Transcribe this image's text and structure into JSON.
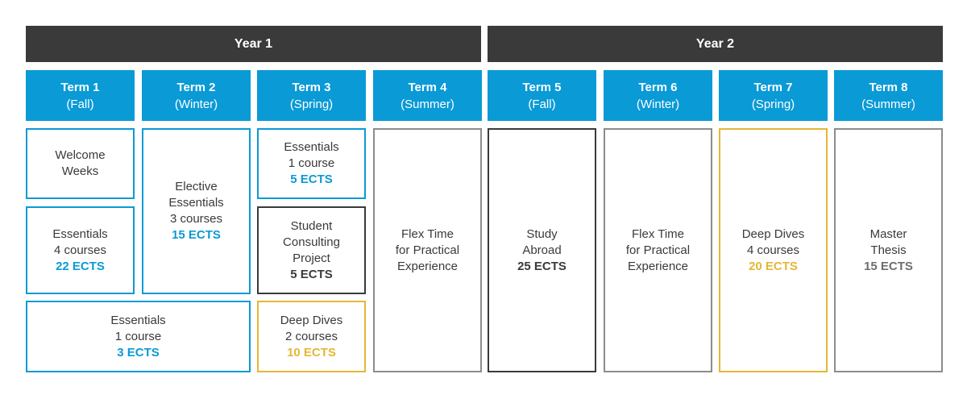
{
  "years": [
    {
      "label": "Year 1"
    },
    {
      "label": "Year 2"
    }
  ],
  "terms": [
    {
      "name": "Term 1",
      "season": "(Fall)"
    },
    {
      "name": "Term 2",
      "season": "(Winter)"
    },
    {
      "name": "Term 3",
      "season": "(Spring)"
    },
    {
      "name": "Term 4",
      "season": "(Summer)"
    },
    {
      "name": "Term 5",
      "season": "(Fall)"
    },
    {
      "name": "Term 6",
      "season": "(Winter)"
    },
    {
      "name": "Term 7",
      "season": "(Spring)"
    },
    {
      "name": "Term 8",
      "season": "(Summer)"
    }
  ],
  "blocks": {
    "welcome": {
      "line1": "Welcome",
      "line2": "Weeks"
    },
    "essentials_t1": {
      "line1": "Essentials",
      "line2": "4 courses",
      "ects": "22 ECTS"
    },
    "elective_t2": {
      "line1": "Elective",
      "line2": "Essentials",
      "line3": "3 courses",
      "ects": "15 ECTS"
    },
    "essentials_t3": {
      "line1": "Essentials",
      "line2": "1 course",
      "ects": "5 ECTS"
    },
    "consulting_t3": {
      "line1": "Student",
      "line2": "Consulting",
      "line3": "Project",
      "ects": "5 ECTS"
    },
    "essentials_bottom": {
      "line1": "Essentials",
      "line2": "1 course",
      "ects": "3 ECTS"
    },
    "deepdives_t3": {
      "line1": "Deep Dives",
      "line2": "2 courses",
      "ects": "10 ECTS"
    },
    "flex_t4": {
      "line1": "Flex Time",
      "line2": "for Practical",
      "line3": "Experience"
    },
    "abroad_t5": {
      "line1": "Study",
      "line2": "Abroad",
      "ects": "25 ECTS"
    },
    "flex_t6": {
      "line1": "Flex Time",
      "line2": "for Practical",
      "line3": "Experience"
    },
    "deepdives_t7": {
      "line1": "Deep Dives",
      "line2": "4 courses",
      "ects": "20 ECTS"
    },
    "thesis_t8": {
      "line1": "Master",
      "line2": "Thesis",
      "ects": "15 ECTS"
    }
  },
  "colors": {
    "blue": "#0a9ad6",
    "dark": "#3a3a3a",
    "grey": "#8c8c8c",
    "gold": "#e5b735"
  }
}
